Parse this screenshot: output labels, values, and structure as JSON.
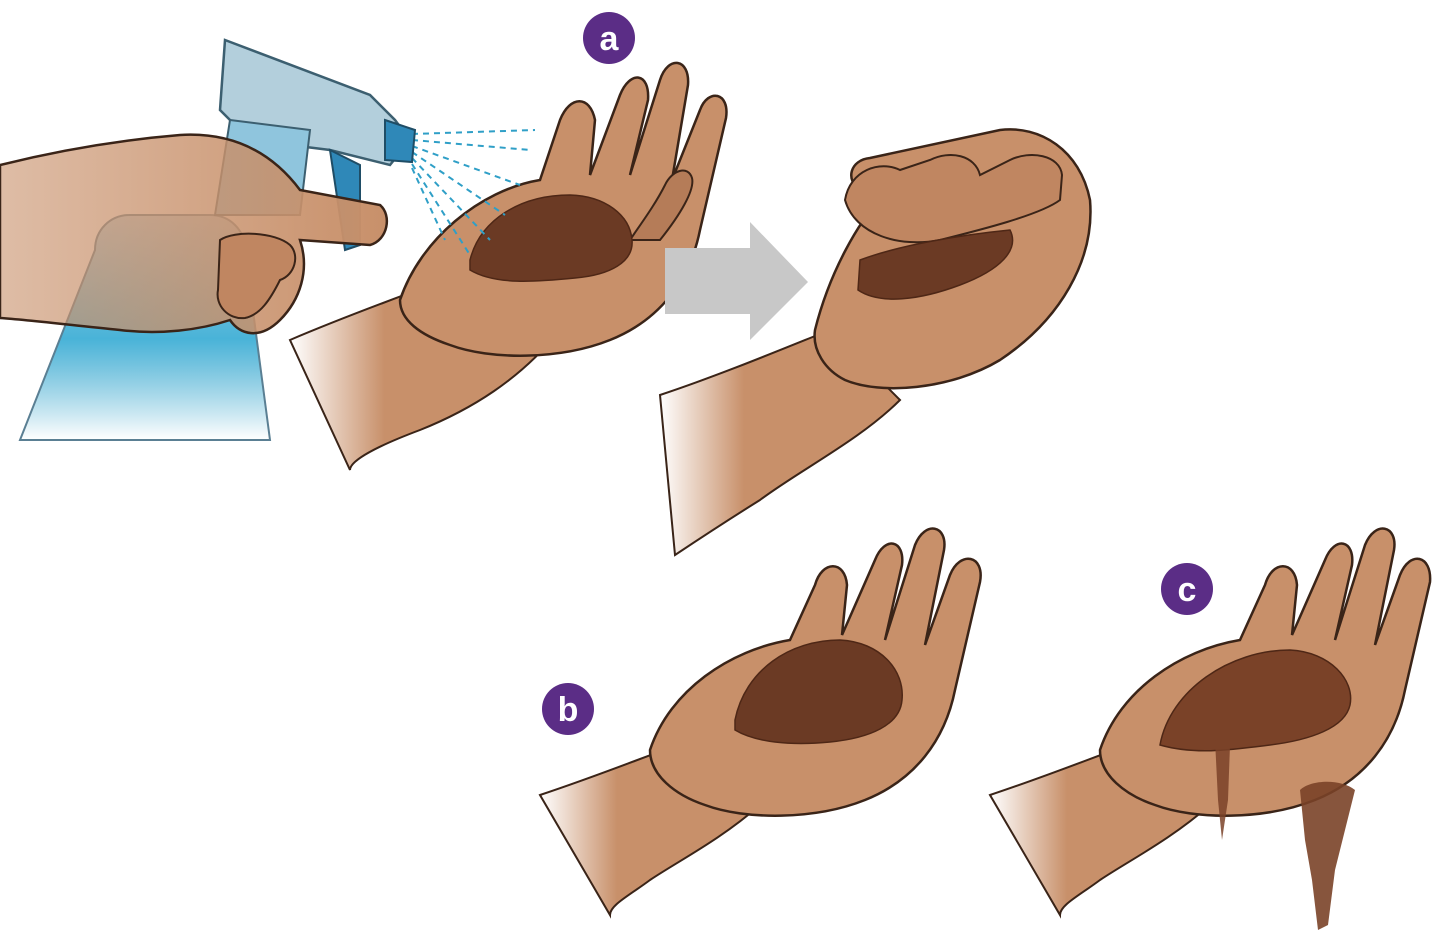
{
  "labels": {
    "step_a": "a",
    "step_b": "b",
    "step_c": "c"
  },
  "colors": {
    "badge": "#5b2d86",
    "skin": "#c8906a",
    "skin_shadow": "#a86f4c",
    "soil": "#6b3a24",
    "soil_dark": "#4e2716",
    "water": "#2f9fc7",
    "arrow": "#c8c8c8"
  },
  "icons": [
    "spray-bottle-icon",
    "arrow-right-icon"
  ]
}
